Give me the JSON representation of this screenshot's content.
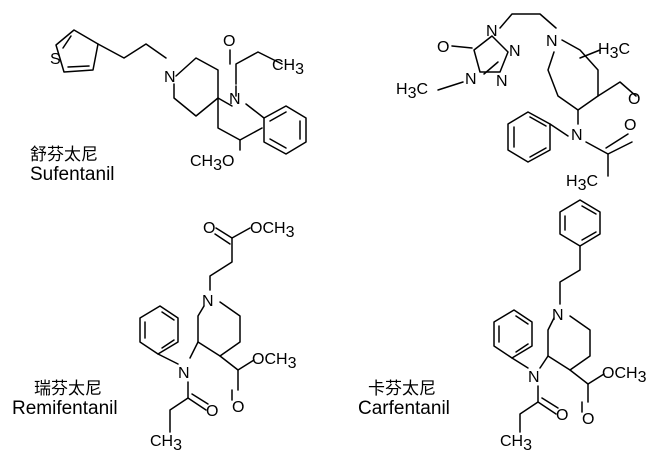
{
  "atom_labels": {
    "N": "N",
    "O": "O",
    "CH": "CH",
    "H": "H",
    "C": "C",
    "sub3": "3"
  },
  "compounds": [
    {
      "name_zh": "舒芬太尼",
      "name_en": "Sufentanil"
    },
    {
      "name_zh": "",
      "name_en": ""
    },
    {
      "name_zh": "瑞芬太尼",
      "name_en": "Remifentanil"
    },
    {
      "name_zh": "卡芬太尼",
      "name_en": "Carfentanil"
    }
  ]
}
